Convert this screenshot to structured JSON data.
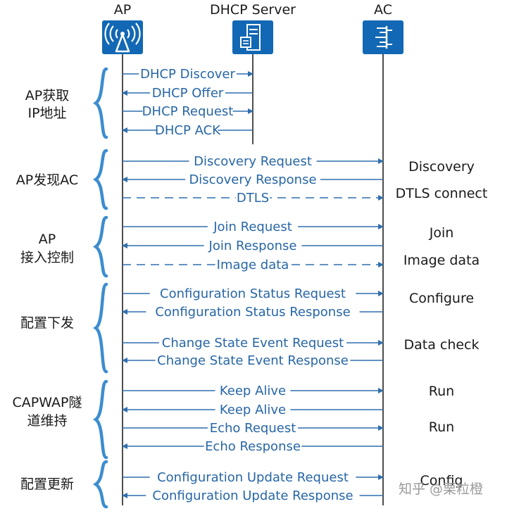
{
  "colors": {
    "icon_blue": "#1268b4",
    "arrow_blue": "#2f6fae",
    "label_blue": "#2766a6",
    "brace_blue": "#3c8dcf",
    "lifeline": "#222222",
    "text": "#1a1a1a"
  },
  "entities": [
    {
      "id": "ap",
      "label": "AP",
      "icon": "wireless-ap-icon"
    },
    {
      "id": "dhcp",
      "label": "DHCP Server",
      "icon": "dhcp-server-icon"
    },
    {
      "id": "ac",
      "label": "AC",
      "icon": "access-controller-icon"
    }
  ],
  "phases": [
    {
      "label_lines": [
        "AP获取",
        "IP地址"
      ]
    },
    {
      "label_lines": [
        "AP发现AC"
      ]
    },
    {
      "label_lines": [
        "AP",
        "接入控制"
      ]
    },
    {
      "label_lines": [
        "配置下发"
      ]
    },
    {
      "label_lines": [
        "CAPWAP隧",
        "道维持"
      ]
    },
    {
      "label_lines": [
        "配置更新"
      ]
    }
  ],
  "messages": [
    {
      "label": "DHCP Discover",
      "from": "ap",
      "to": "dhcp",
      "dashed": false
    },
    {
      "label": "DHCP Offer",
      "from": "dhcp",
      "to": "ap",
      "dashed": false
    },
    {
      "label": "DHCP Request",
      "from": "ap",
      "to": "dhcp",
      "dashed": false
    },
    {
      "label": "DHCP ACK",
      "from": "dhcp",
      "to": "ap",
      "dashed": false
    },
    {
      "label": "Discovery Request",
      "from": "ap",
      "to": "ac",
      "dashed": false
    },
    {
      "label": "Discovery Response",
      "from": "ac",
      "to": "ap",
      "dashed": false
    },
    {
      "label": "DTLS",
      "from": "ap",
      "to": "ac",
      "dashed": true
    },
    {
      "label": "Join Request",
      "from": "ap",
      "to": "ac",
      "dashed": false
    },
    {
      "label": "Join Response",
      "from": "ac",
      "to": "ap",
      "dashed": false
    },
    {
      "label": "Image data",
      "from": "ap",
      "to": "ac",
      "dashed": true
    },
    {
      "label": "Configuration Status Request",
      "from": "ap",
      "to": "ac",
      "dashed": false
    },
    {
      "label": "Configuration Status Response",
      "from": "ac",
      "to": "ap",
      "dashed": false
    },
    {
      "label": "Change State Event Request",
      "from": "ap",
      "to": "ac",
      "dashed": false
    },
    {
      "label": "Change State Event Response",
      "from": "ac",
      "to": "ap",
      "dashed": false
    },
    {
      "label": "Keep Alive",
      "from": "ap",
      "to": "ac",
      "dashed": false
    },
    {
      "label": "Keep Alive",
      "from": "ac",
      "to": "ap",
      "dashed": false
    },
    {
      "label": "Echo Request",
      "from": "ap",
      "to": "ac",
      "dashed": false
    },
    {
      "label": "Echo Response",
      "from": "ac",
      "to": "ap",
      "dashed": false
    },
    {
      "label": "Configuration Update Request",
      "from": "ap",
      "to": "ac",
      "dashed": false
    },
    {
      "label": "Configuration Update Response",
      "from": "ac",
      "to": "ap",
      "dashed": false
    }
  ],
  "states": [
    {
      "label": "Discovery"
    },
    {
      "label": "DTLS connect"
    },
    {
      "label": "Join"
    },
    {
      "label": "Image data"
    },
    {
      "label": "Configure"
    },
    {
      "label": "Data check"
    },
    {
      "label": "Run"
    },
    {
      "label": "Run"
    },
    {
      "label": "Config"
    }
  ],
  "watermark": "知乎 @栗粒橙"
}
